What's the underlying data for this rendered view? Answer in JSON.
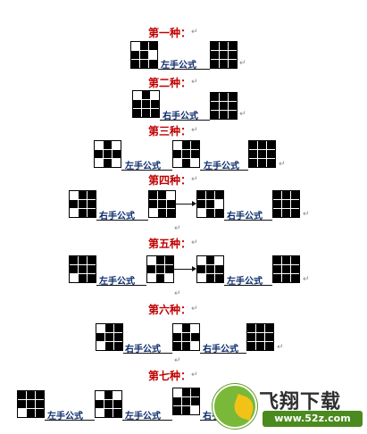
{
  "sections": [
    {
      "title": "第一种：",
      "labels": [
        "左手公式"
      ]
    },
    {
      "title": "第二种：",
      "labels": [
        "右手公式"
      ]
    },
    {
      "title": "第三种：",
      "labels": [
        "左手公式",
        "左手公式"
      ]
    },
    {
      "title": "第四种：",
      "labels": [
        "右手公式",
        "右手公式"
      ]
    },
    {
      "title": "第五种：",
      "labels": [
        "左手公式",
        "左手公式"
      ]
    },
    {
      "title": "第六种：",
      "labels": [
        "右手公式",
        "右手公式"
      ]
    },
    {
      "title": "第七种：",
      "labels": [
        "左手公式",
        "左手公式",
        "右手公式"
      ]
    }
  ],
  "paragraph_mark": "↵",
  "watermark": {
    "brand": "飞翔下载",
    "url": "www.52z.com"
  }
}
